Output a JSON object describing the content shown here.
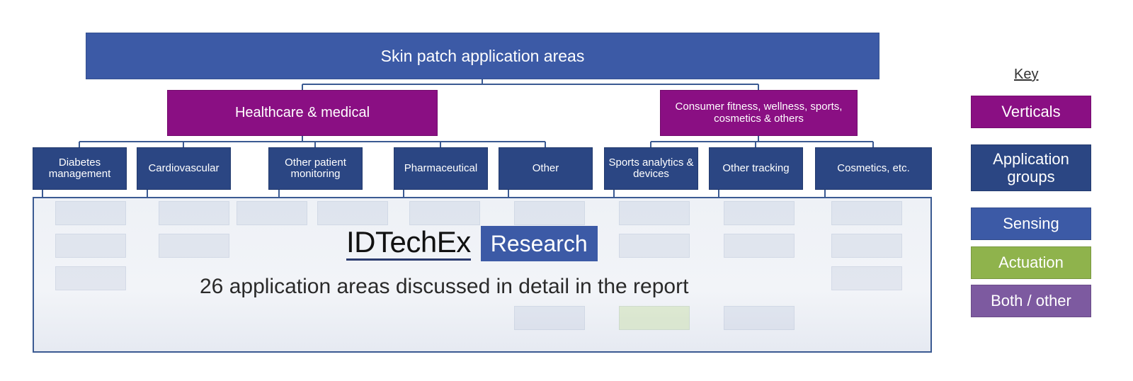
{
  "diagram": {
    "root_label": "Skin patch application areas",
    "verticals": [
      "Healthcare & medical",
      "Consumer fitness, wellness, sports, cosmetics & others"
    ],
    "application_groups": [
      "Diabetes management",
      "Cardiovascular",
      "Other patient monitoring",
      "Pharmaceutical",
      "Other",
      "Sports analytics & devices",
      "Other tracking",
      "Cosmetics, etc."
    ]
  },
  "overlay": {
    "brand_name": "IDTechEx",
    "brand_tag": "Research",
    "caption": "26 application areas discussed in detail in the report"
  },
  "key": {
    "title": "Key",
    "items": [
      {
        "label": "Verticals",
        "color": "#8a0f83"
      },
      {
        "label": "Application groups",
        "color": "#2b4683"
      },
      {
        "label": "Sensing",
        "color": "#3c5aa6"
      },
      {
        "label": "Actuation",
        "color": "#8fb34c"
      },
      {
        "label": "Both / other",
        "color": "#7d5aa0"
      }
    ]
  }
}
